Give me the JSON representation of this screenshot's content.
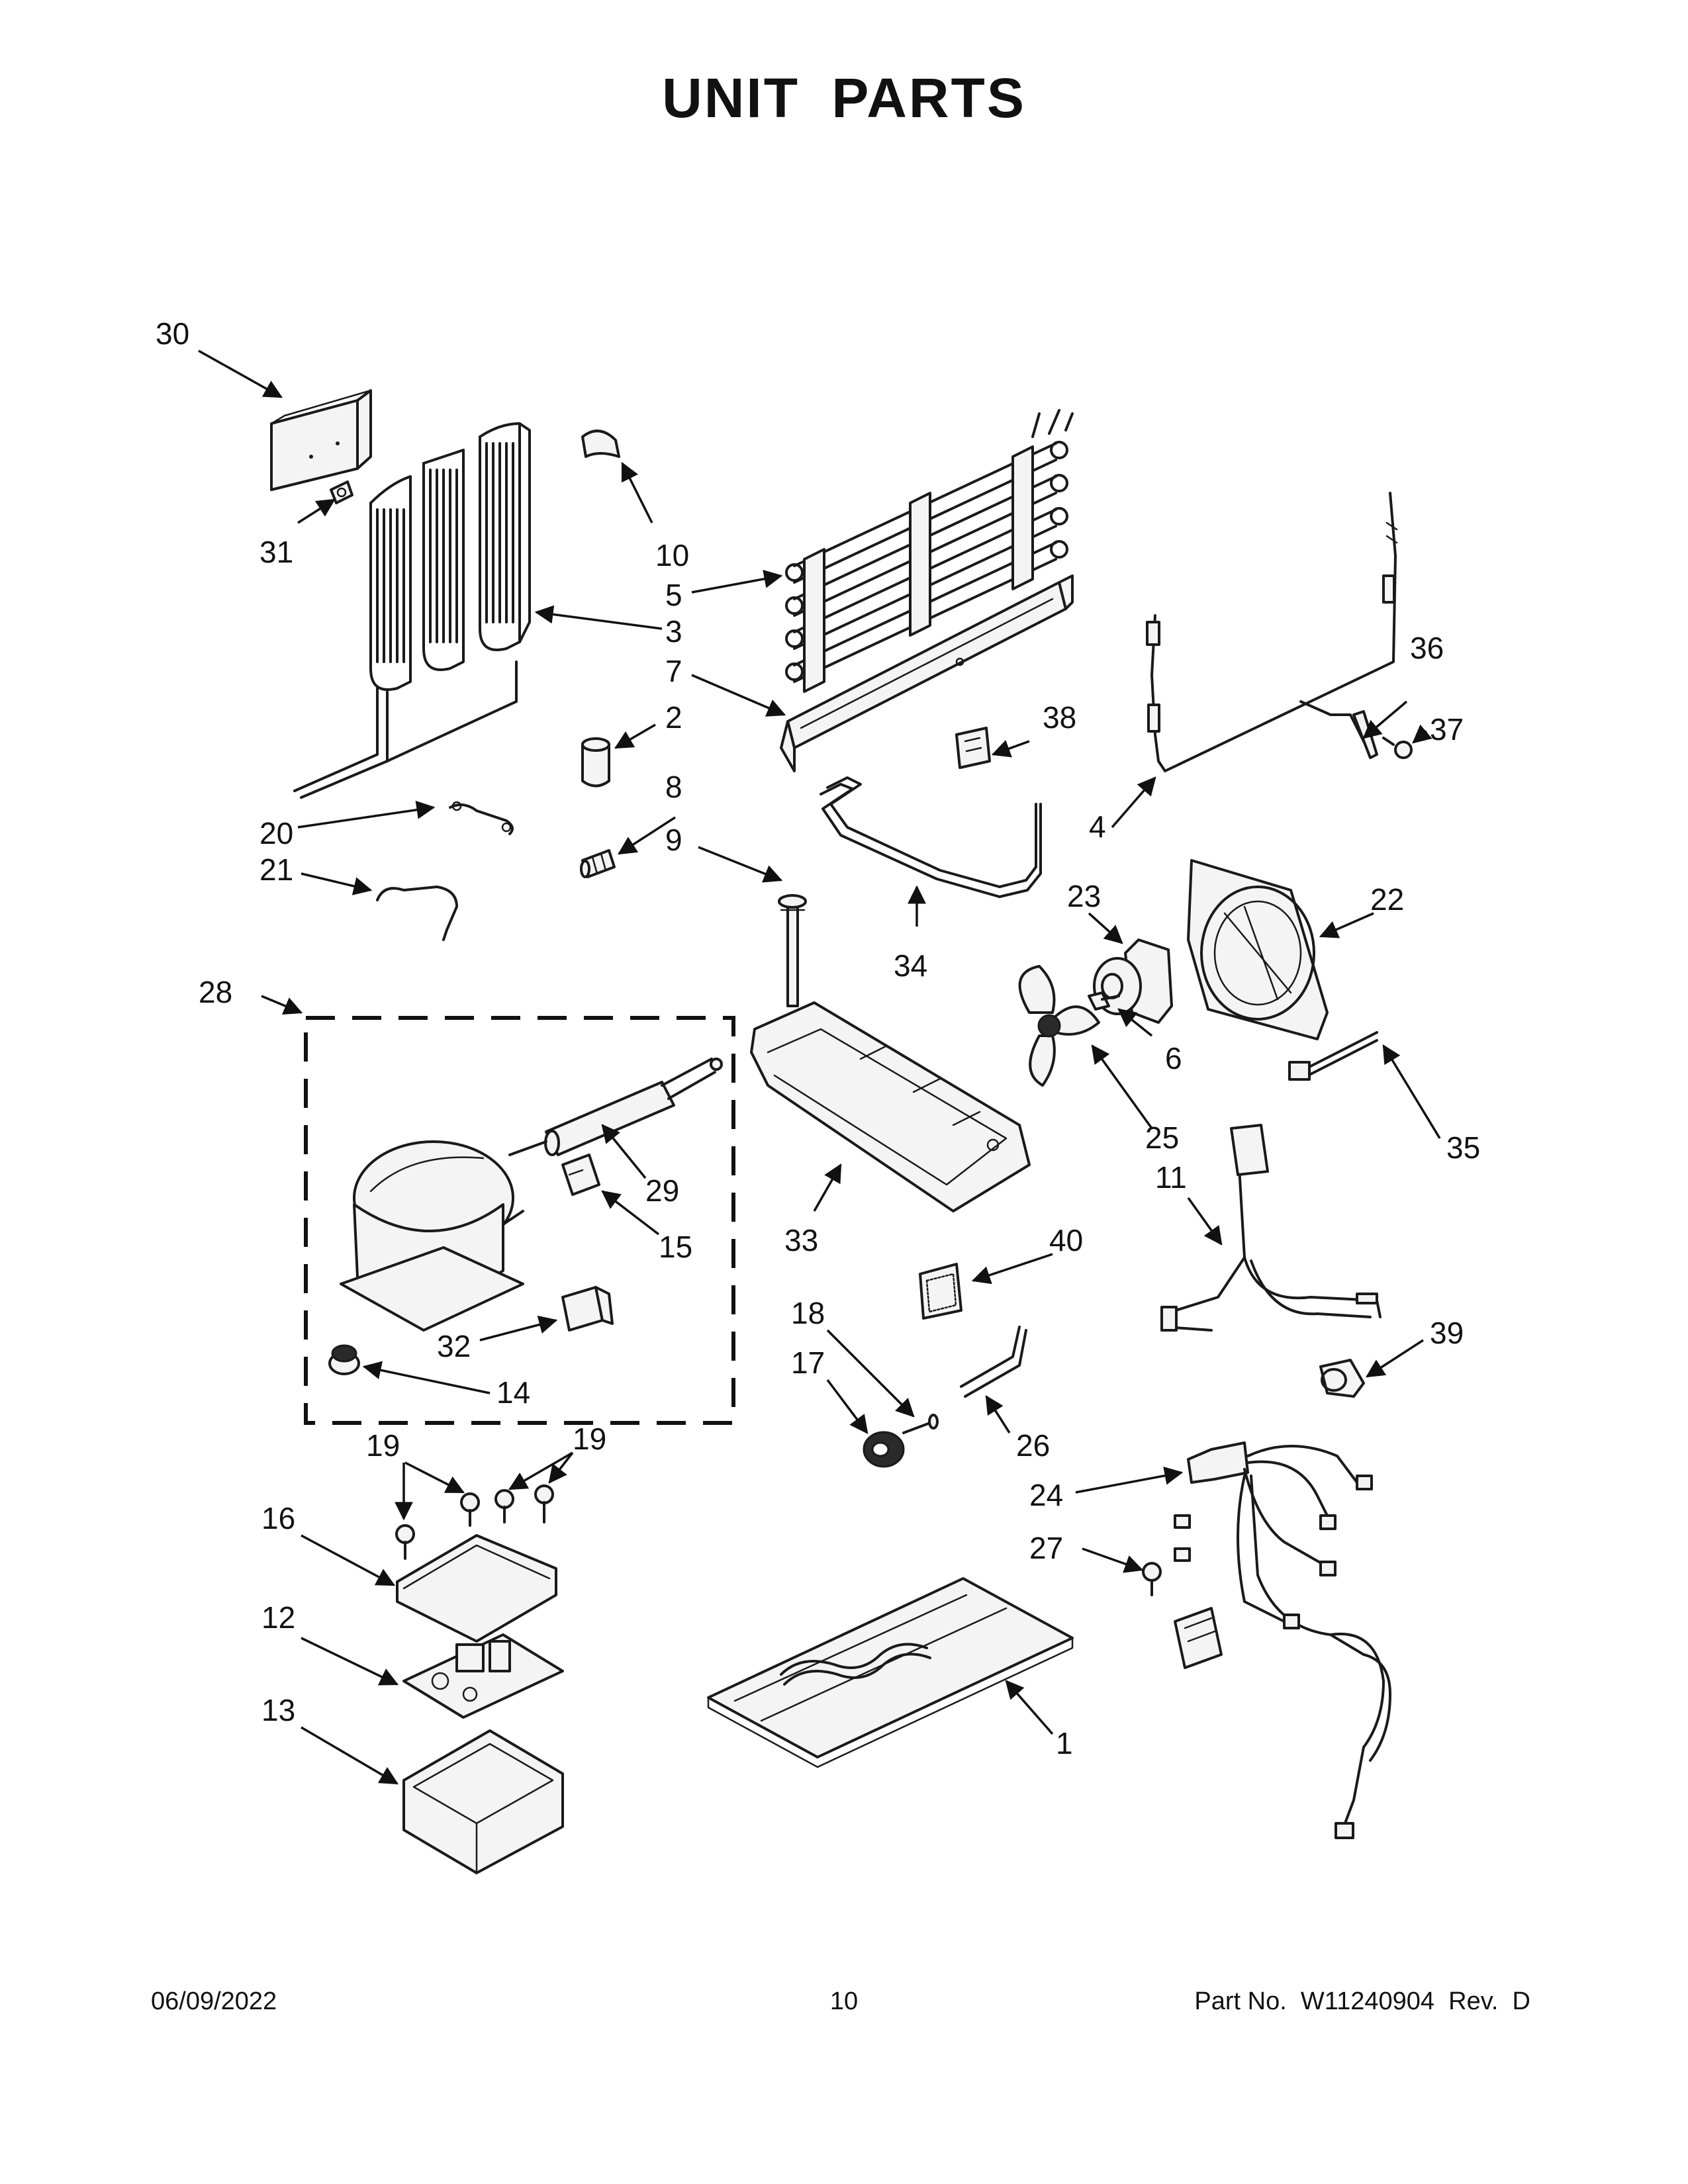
{
  "title": "UNIT PARTS",
  "footer": {
    "date": "06/09/2022",
    "page_number": "10",
    "part_number": "Part No.  W11240904  Rev.  D"
  },
  "callouts": {
    "c1": "1",
    "c2": "2",
    "c3": "3",
    "c4": "4",
    "c5": "5",
    "c6": "6",
    "c7": "7",
    "c8": "8",
    "c9": "9",
    "c10": "10",
    "c11": "11",
    "c12": "12",
    "c13": "13",
    "c14": "14",
    "c15": "15",
    "c16": "16",
    "c17": "17",
    "c18": "18",
    "c19a": "19",
    "c19b": "19",
    "c20": "20",
    "c21": "21",
    "c22": "22",
    "c23": "23",
    "c24": "24",
    "c25": "25",
    "c26": "26",
    "c27": "27",
    "c28": "28",
    "c29": "29",
    "c30": "30",
    "c31": "31",
    "c32": "32",
    "c33": "33",
    "c34": "34",
    "c35": "35",
    "c36": "36",
    "c37": "37",
    "c38": "38",
    "c39": "39",
    "c40": "40"
  }
}
